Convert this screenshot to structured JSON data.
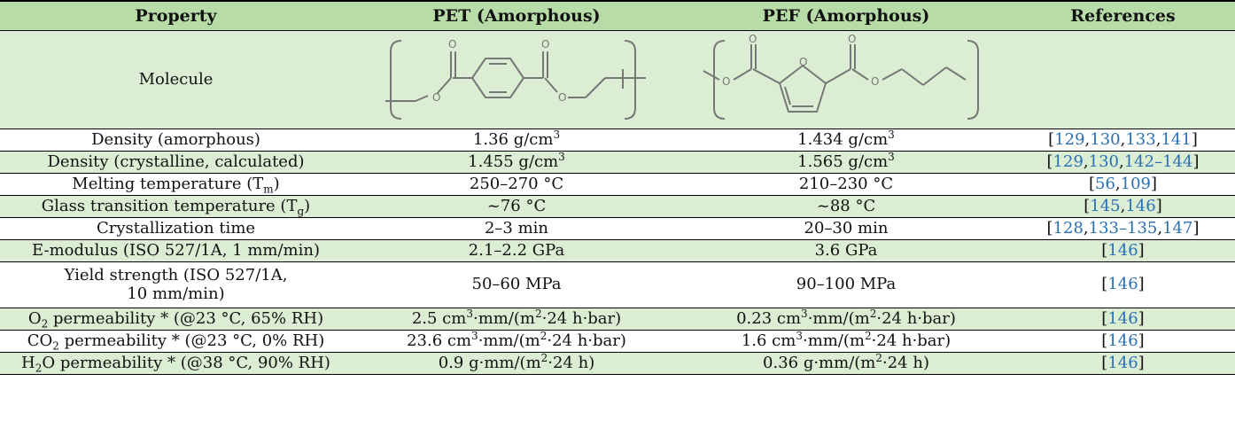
{
  "headers": {
    "property": "Property",
    "pet": "PET (Amorphous)",
    "pef": "PEF (Amorphous)",
    "references": "References"
  },
  "rows": [
    {
      "property": "Molecule",
      "pet": "",
      "pef": "",
      "refs": []
    },
    {
      "property_main": "Density (amorphous)",
      "pet_main": "1.36 g/cm",
      "pet_sup": "3",
      "pef_main": "1.434 g/cm",
      "pef_sup": "3",
      "refs": [
        "129",
        "130",
        "133",
        "141"
      ]
    },
    {
      "property_main": "Density (crystalline, calculated)",
      "pet_main": "1.455 g/cm",
      "pet_sup": "3",
      "pef_main": "1.565 g/cm",
      "pef_sup": "3",
      "refs": [
        "129",
        "130",
        "142–144"
      ]
    },
    {
      "property_main": "Melting temperature (T",
      "property_sub": "m",
      "property_end": ")",
      "pet": "250–270 °C",
      "pef": "210–230 °C",
      "refs": [
        "56",
        "109"
      ]
    },
    {
      "property_main": "Glass transition temperature (T",
      "property_sub": "g",
      "property_end": ")",
      "pet": "~76 °C",
      "pef": "~88 °C",
      "refs": [
        "145",
        "146"
      ]
    },
    {
      "property": "Crystallization time",
      "pet": "2–3 min",
      "pef": "20–30 min",
      "refs": [
        "128",
        "133–135",
        "147"
      ]
    },
    {
      "property": "E-modulus (ISO 527/1A, 1 mm/min)",
      "pet": "2.1–2.2 GPa",
      "pef": "3.6 GPa",
      "refs": [
        "146"
      ]
    },
    {
      "property_line1": "Yield strength (ISO 527/1A,",
      "property_line2": "10 mm/min)",
      "pet": "50–60 MPa",
      "pef": "90–100 MPa",
      "refs": [
        "146"
      ]
    },
    {
      "property_pre": "O",
      "property_sub": "2",
      "property_post": " permeability * (@23 °C, 65% RH)",
      "pet_a": "2.5 cm",
      "pet_sup1": "3",
      "pet_b": "·mm/(m",
      "pet_sup2": "2",
      "pet_c": "·24 h·bar)",
      "pef_a": "0.23 cm",
      "pef_sup1": "3",
      "pef_b": "·mm/(m",
      "pef_sup2": "2",
      "pef_c": "·24 h·bar)",
      "refs": [
        "146"
      ]
    },
    {
      "property_pre": "CO",
      "property_sub": "2",
      "property_post": " permeability * (@23 °C, 0% RH)",
      "pet_a": "23.6 cm",
      "pet_sup1": "3",
      "pet_b": "·mm/(m",
      "pet_sup2": "2",
      "pet_c": "·24 h·bar)",
      "pef_a": "1.6 cm",
      "pef_sup1": "3",
      "pef_b": "·mm/(m",
      "pef_sup2": "2",
      "pef_c": "·24 h·bar)",
      "refs": [
        "146"
      ]
    },
    {
      "property_pre": "H",
      "property_sub": "2",
      "property_post": "O permeability * (@38 °C, 90% RH)",
      "pet_a": "0.9 g·mm/(m",
      "pet_sup": "2",
      "pet_b": "·24 h)",
      "pef_a": "0.36 g·mm/(m",
      "pef_sup": "2",
      "pef_b": "·24 h)",
      "refs": [
        "146"
      ]
    }
  ],
  "colors": {
    "header_bg": "#b7dca8",
    "stripe_bg": "#dbeed3",
    "link": "#2a6fb5"
  },
  "icons": {
    "pet_structure": "pet-molecule-structure",
    "pef_structure": "pef-molecule-structure"
  }
}
